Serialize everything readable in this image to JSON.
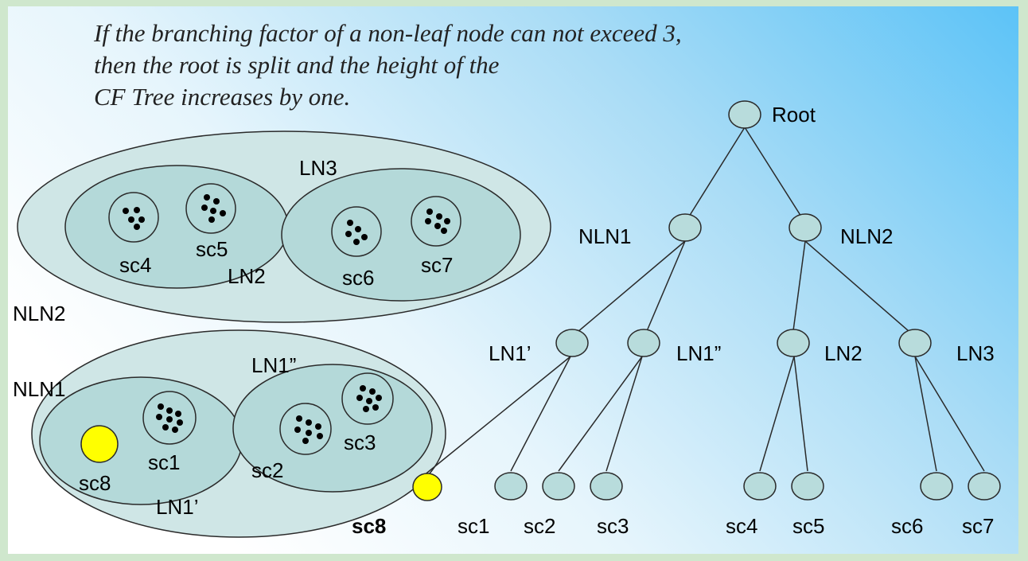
{
  "caption": {
    "line1": "If the branching factor of a non-leaf node can not exceed 3,",
    "line2": "then the root is split and the height of the",
    "line3": "CF Tree increases by one."
  },
  "colors": {
    "node_fill": "#b8dcdc",
    "node_stroke": "#2a2a2a",
    "new_point": "#ffff00",
    "outer_ellipse": "#cfe6e6",
    "inner_ellipse": "#b4d9d9"
  },
  "set_diagram": {
    "nln2_label": "NLN2",
    "ln3_label": "LN3",
    "ln2_label": "LN2",
    "sc4": "sc4",
    "sc5": "sc5",
    "sc6": "sc6",
    "sc7": "sc7",
    "nln1_label": "NLN1",
    "ln1pp_label": "LN1”",
    "ln1p_label": "LN1’",
    "sc1": "sc1",
    "sc2": "sc2",
    "sc3": "sc3",
    "sc8": "sc8"
  },
  "tree": {
    "root": "Root",
    "nln1": "NLN1",
    "nln2": "NLN2",
    "ln1p": "LN1’",
    "ln1pp": "LN1”",
    "ln2": "LN2",
    "ln3": "LN3",
    "leaves": [
      "sc8",
      "sc1",
      "sc2",
      "sc3",
      "sc4",
      "sc5",
      "sc6",
      "sc7"
    ]
  }
}
